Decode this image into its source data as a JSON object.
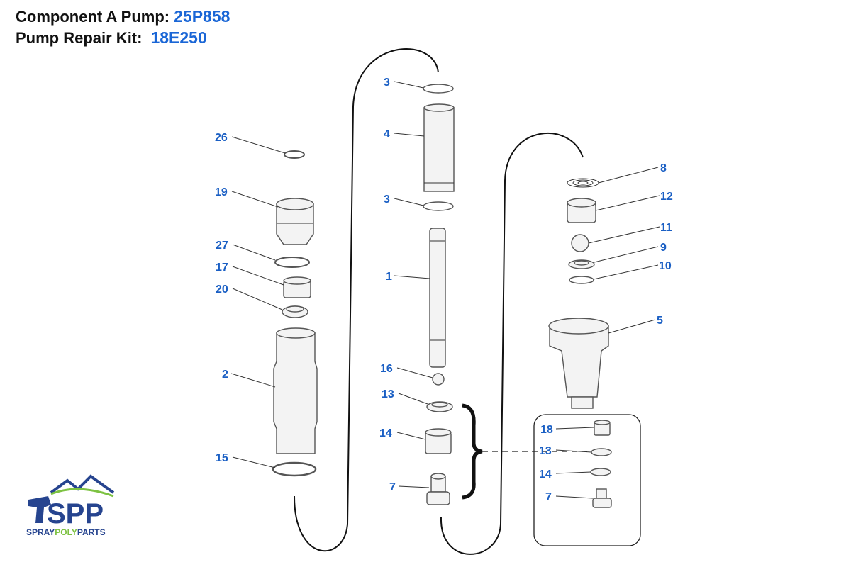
{
  "header": {
    "pump_label": "Component A Pump:",
    "pump_value": "25P858",
    "kit_label": "Pump Repair Kit:",
    "kit_value": "18E250"
  },
  "logo": {
    "initials": "SPP",
    "word1": "SPRAY",
    "word2": "POLY",
    "word3": "PARTS"
  },
  "colors": {
    "label": "#1a5fc4",
    "logo_blue": "#26448f",
    "logo_green": "#7dc242"
  },
  "callouts": {
    "c3a": "3",
    "c4": "4",
    "c3b": "3",
    "c1": "1",
    "c16": "16",
    "c13": "13",
    "c14": "14",
    "c7": "7",
    "c26": "26",
    "c19": "19",
    "c27": "27",
    "c17": "17",
    "c20": "20",
    "c2": "2",
    "c15": "15",
    "c8": "8",
    "c12": "12",
    "c11": "11",
    "c9": "9",
    "c10": "10",
    "c5": "5",
    "k18": "18",
    "k13": "13",
    "k14": "14",
    "k7": "7"
  }
}
